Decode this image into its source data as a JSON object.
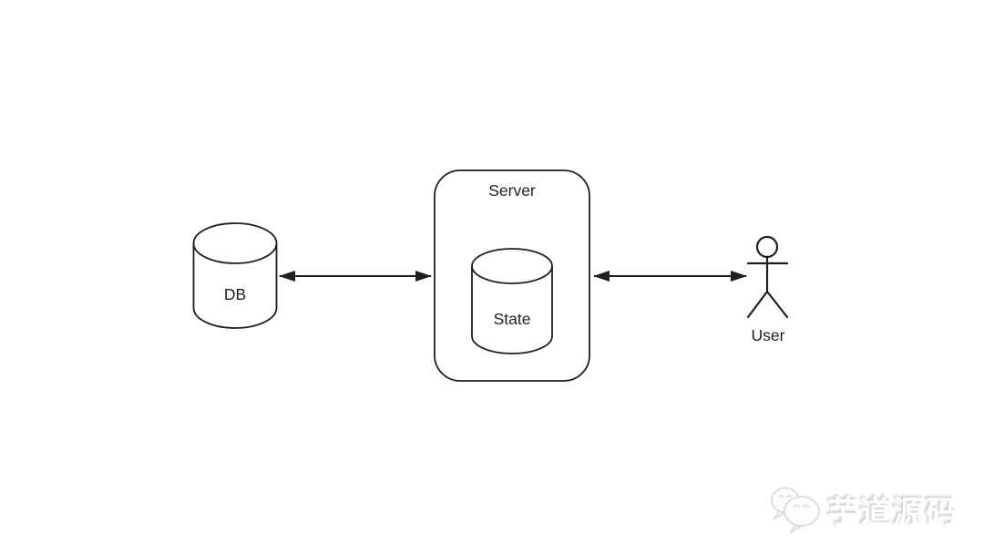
{
  "diagram": {
    "type": "architecture-diagram",
    "nodes": {
      "db": {
        "shape": "cylinder",
        "label": "DB"
      },
      "server": {
        "shape": "rounded-rectangle",
        "label": "Server",
        "contains": [
          "state"
        ]
      },
      "state": {
        "shape": "cylinder",
        "label": "State",
        "parent": "server"
      },
      "user": {
        "shape": "actor",
        "label": "User"
      }
    },
    "edges": [
      {
        "from": "db",
        "to": "server",
        "type": "bidirectional-arrow"
      },
      {
        "from": "server",
        "to": "user",
        "type": "bidirectional-arrow"
      }
    ]
  },
  "watermark": {
    "icon": "wechat-icon",
    "text": "芋道源码"
  },
  "colors": {
    "background": "#ffffff",
    "stroke": "#1f1f1f",
    "node_fill": "#ffffff",
    "watermark_shadow": "#c8c8c8",
    "watermark_fill": "#ffffff"
  }
}
